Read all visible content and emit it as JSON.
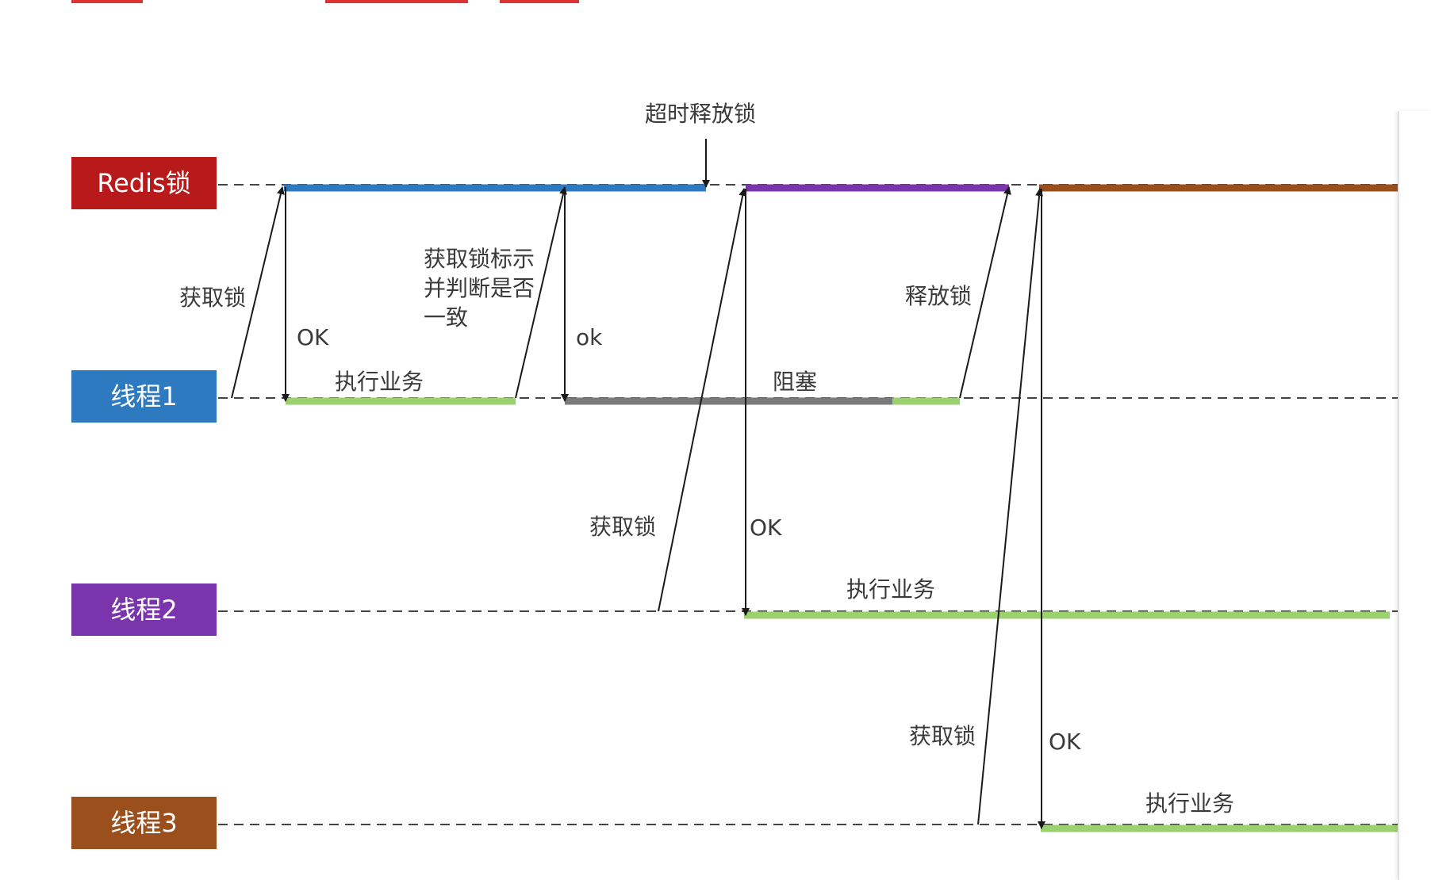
{
  "lanes": {
    "redis": {
      "label": "Redis锁",
      "color": "#b8191b"
    },
    "thread1": {
      "label": "线程1",
      "color": "#2e7ac0"
    },
    "thread2": {
      "label": "线程2",
      "color": "#7a35ad"
    },
    "thread3": {
      "label": "线程3",
      "color": "#9b4f1c"
    }
  },
  "labels": {
    "timeout_release": "超时释放锁",
    "t1_acquire": "获取锁",
    "t1_ok": "OK",
    "t1_exec": "执行业务",
    "t1_check_line1": "获取锁标示",
    "t1_check_line2": "并判断是否",
    "t1_check_line3": "一致",
    "t1_ok2": "ok",
    "t1_blocked": "阻塞",
    "t1_release": "释放锁",
    "t2_acquire": "获取锁",
    "t2_ok": "OK",
    "t2_exec": "执行业务",
    "t3_acquire": "获取锁",
    "t3_ok": "OK",
    "t3_exec": "执行业务"
  },
  "colors": {
    "lock_t1": "#2e7ac0",
    "lock_t2": "#7a35ad",
    "lock_t3": "#9b4f1c",
    "exec": "#9bd16e",
    "blocked": "#7a7a7a",
    "arrow": "#1a1a1a",
    "dashed": "#444444"
  }
}
